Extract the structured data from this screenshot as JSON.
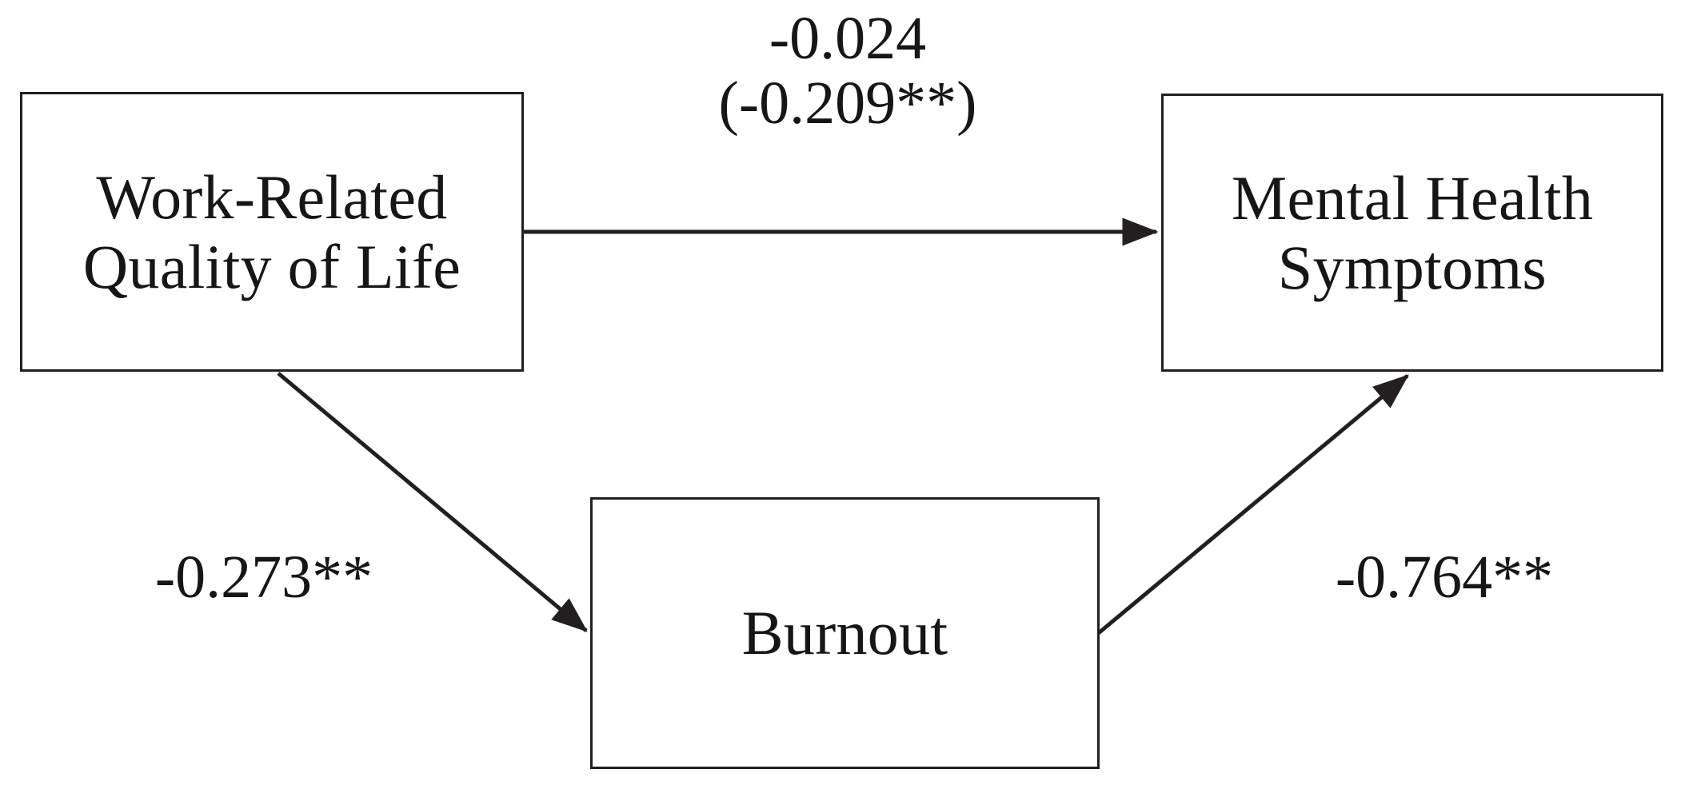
{
  "figure": {
    "type": "path-diagram",
    "description": "Mediation model: Work-Related Quality of Life predicting Mental Health Symptoms through Burnout",
    "line_color": "#231f20",
    "text_color": "#161616",
    "background_color": "#ffffff"
  },
  "nodes": [
    {
      "id": "wrqol",
      "label": "Work-Related\nQuality of Life",
      "role": "predictor"
    },
    {
      "id": "mhs",
      "label": "Mental Health\nSymptoms",
      "role": "outcome"
    },
    {
      "id": "burnout",
      "label": "Burnout",
      "role": "mediator"
    }
  ],
  "paths": [
    {
      "id": "direct",
      "from": "wrqol",
      "to": "mhs",
      "label": "-0.024\n(-0.209**)",
      "coefficient": -0.024,
      "total_effect": -0.209,
      "significance": "**",
      "direct_significance": "ns"
    },
    {
      "id": "a",
      "from": "wrqol",
      "to": "burnout",
      "label": "-0.273**",
      "coefficient": -0.273,
      "significance": "**"
    },
    {
      "id": "b",
      "from": "burnout",
      "to": "mhs",
      "label": "-0.764**",
      "coefficient": -0.764,
      "significance": "**"
    }
  ]
}
